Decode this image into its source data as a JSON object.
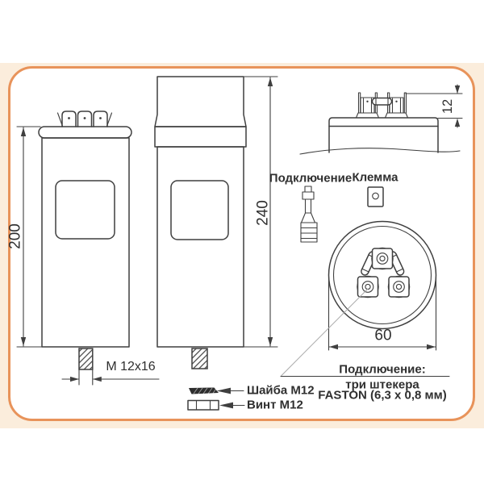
{
  "colors": {
    "line": "#3F3F3F",
    "text": "#2F2F2F",
    "card-border": "#E8935A",
    "panel-bg": "#FBEDDC",
    "leader": "#AAAAAA"
  },
  "views": {
    "front": {
      "height_dim": "200",
      "stud_thread": "M 12x16"
    },
    "side": {
      "height_dim": "240"
    },
    "terminal_detail": {
      "height_dim": "12"
    },
    "top": {
      "diameter_dim": "60"
    }
  },
  "labels": {
    "connection": "Подключение",
    "terminal": "Клемма",
    "washer": "Шайба М12",
    "screw": "Винт М12"
  },
  "note": {
    "line1": "Подключение:",
    "line2": "три штекера",
    "line3": "FASTON (6,3 х 0,8 мм)"
  }
}
